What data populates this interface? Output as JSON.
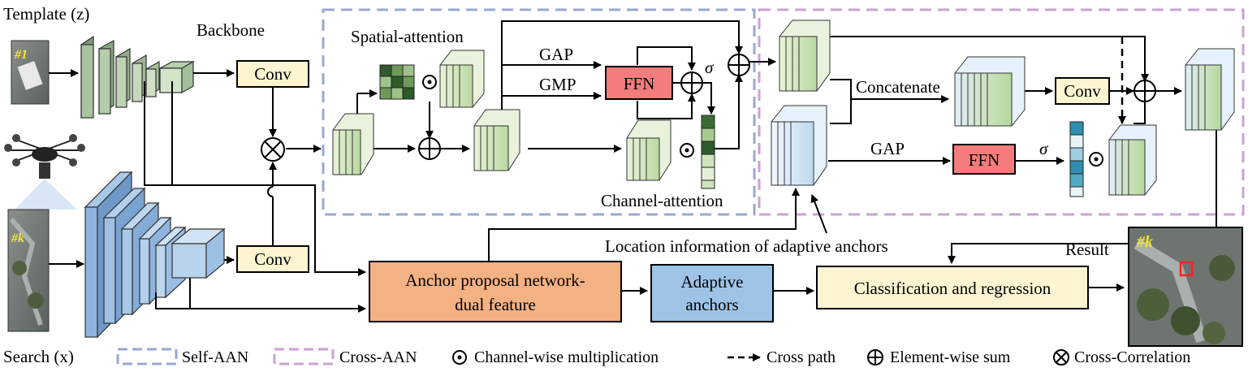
{
  "labels": {
    "template": "Template (z)",
    "search": "Search (x)",
    "backbone": "Backbone",
    "conv_top": "Conv",
    "conv_bottom": "Conv",
    "spatial_attention": "Spatial-attention",
    "channel_attention": "Channel-attention",
    "gap_self": "GAP",
    "gmp_self": "GMP",
    "ffn_self": "FFN",
    "sigma_self": "σ",
    "concatenate": "Concatenate",
    "conv_cross": "Conv",
    "gap_cross": "GAP",
    "ffn_cross": "FFN",
    "sigma_cross": "σ",
    "location_info": "Location information of adaptive anchors",
    "apn_line1": "Anchor proposal network-",
    "apn_line2": "dual feature",
    "adaptive_line1": "Adaptive",
    "adaptive_line2": "anchors",
    "cls_reg": "Classification and regression",
    "result": "Result",
    "template_frame_tag": "#1",
    "search_frame_tag": "#k",
    "result_frame_tag": "#k"
  },
  "legend": {
    "self_aan": "Self-AAN",
    "cross_aan": "Cross-AAN",
    "channel_mult": "Channel-wise multiplication",
    "cross_path": "Cross path",
    "elem_sum": "Element-wise sum",
    "cross_corr": "Cross-Correlation"
  },
  "colors": {
    "self_aan_border": "#9aa8d0",
    "cross_aan_border": "#c9a3d1",
    "conv_fill": "#fdf5d2",
    "ffn_fill": "#f47c7c",
    "apn_fill": "#f4b183",
    "adaptive_fill": "#9dc3e6",
    "cls_fill": "#fdf5d2",
    "backbone_green": "#a9c4a0",
    "backbone_blue": "#8fb4dd"
  }
}
